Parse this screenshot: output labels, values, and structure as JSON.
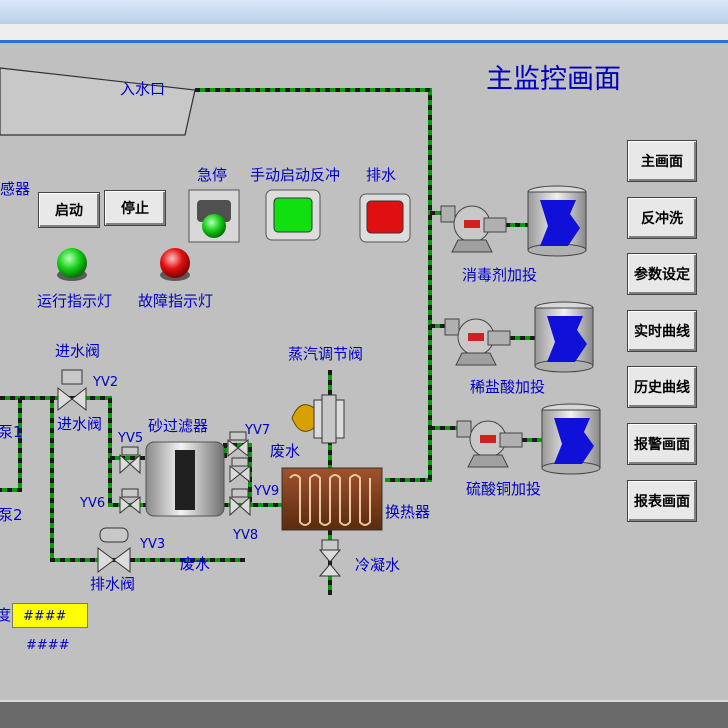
{
  "screen": {
    "title": "主监控画面",
    "colors": {
      "pipe": "#00a000",
      "pipe_dash": "#1a1a1a",
      "label": "#0000c8",
      "indicator_yellow": "#ffff00"
    }
  },
  "control_buttons": {
    "start": "启动",
    "stop": "停止"
  },
  "switches": {
    "estop": "急停",
    "manual_backwash": "手动启动反冲",
    "drain": "排水"
  },
  "indicators": {
    "run": "运行指示灯",
    "fault": "故障指示灯"
  },
  "nav": [
    "主画面",
    "反冲洗",
    "参数设定",
    "实时曲线",
    "历史曲线",
    "报警画面",
    "报表画面"
  ],
  "labels": {
    "inlet": "入水口",
    "sensor_partial": "感器",
    "inlet_valve": "进水阀",
    "inlet_valve2": "进水阀",
    "sand_filter": "砂过滤器",
    "drain_valve": "排水阀",
    "waste_water_1": "废水",
    "waste_water_2": "废水",
    "steam_valve": "蒸汽调节阀",
    "heat_exchanger": "换热器",
    "condensate": "冷凝水",
    "disinfectant": "消毒剂加投",
    "dilute_acid": "稀盐酸加投",
    "copper_sulfate": "硫酸铜加投",
    "pump1_partial": "泵1",
    "pump2_partial": "泵2",
    "display_label_partial": "度"
  },
  "valve_tags": {
    "yv2": "YV2",
    "yv3": "YV3",
    "yv5": "YV5",
    "yv6": "YV6",
    "yv7": "YV7",
    "yv8": "YV8",
    "yv9": "YV9"
  },
  "readouts": {
    "display_value": "####",
    "text_value": "####"
  }
}
